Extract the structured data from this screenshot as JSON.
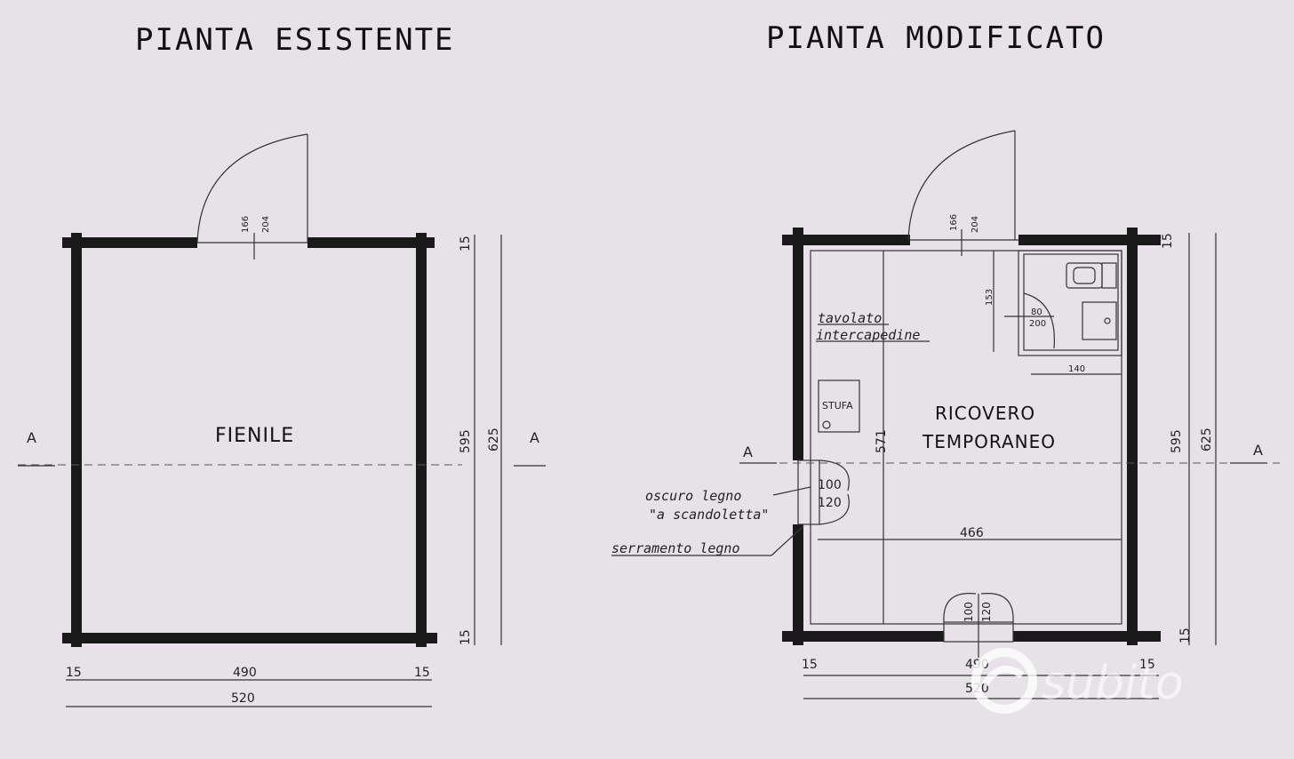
{
  "titles": {
    "existing": "PIANTA ESISTENTE",
    "modified": "PIANTA MODIFICATO"
  },
  "rooms": {
    "existing": "FIENILE",
    "modified_line1": "RICOVERO",
    "modified_line2": "TEMPORANEO",
    "stove": "STUFA"
  },
  "section_label": "A",
  "dimensions": {
    "door_inner": "166",
    "door_outer": "204",
    "wall": "15",
    "inner_depth": "595",
    "outer_depth": "625",
    "inner_width": "490",
    "outer_width": "520",
    "room_depth": "571",
    "room_width": "466",
    "bath_depth": "153",
    "bath_width": "140",
    "bath_door_w": "80",
    "bath_door_h": "200",
    "window_w": "100",
    "window_h": "120"
  },
  "notes": {
    "partition_1": "tavolato",
    "partition_2": "intercapedine",
    "shutter_1": "oscuro legno",
    "shutter_2": "\"a scandoletta\"",
    "window_frame": "serramento legno"
  },
  "watermark": "subito"
}
